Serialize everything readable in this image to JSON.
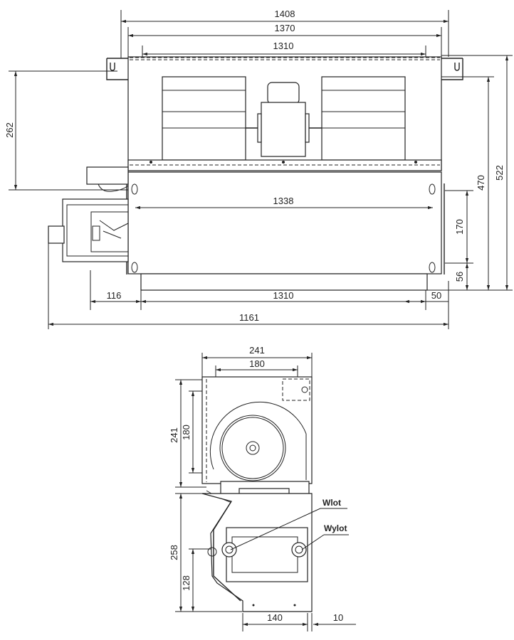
{
  "top_view": {
    "dimensions": {
      "overall_bracket_width": "1408",
      "bracket_width": "1370",
      "top_width": "1310",
      "height_262": "262",
      "inner_width": "1338",
      "side_170": "170",
      "side_56": "56",
      "height_470": "470",
      "height_522": "522",
      "left_offset": "116",
      "bottom_width": "1310",
      "right_offset": "50",
      "total_1161": "1161"
    }
  },
  "side_view": {
    "dimensions": {
      "top_width": "241",
      "top_inner": "180",
      "upper_height": "241",
      "upper_inner": "180",
      "lower_height": "258",
      "connection_height": "128",
      "bottom_width": "140",
      "right_offset": "10"
    },
    "labels": {
      "inlet": "Wlot",
      "outlet": "Wylot"
    }
  }
}
